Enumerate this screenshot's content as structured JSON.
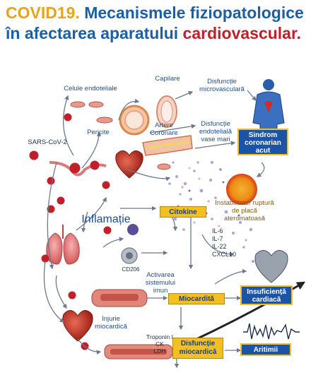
{
  "title": {
    "part1": "COVID19.",
    "part2": " Mecanismele fiziopatologice",
    "part3": "în afectarea aparatului ",
    "part4": "cardiovascular."
  },
  "colors": {
    "orange": "#e9a21c",
    "blue": "#1b5fa8",
    "red": "#c0202a",
    "gold_box": "#f2c020",
    "blue_box": "#1b53a6",
    "virus": "#c0202a",
    "arrow": "#5f6f86"
  },
  "labels": {
    "celule_endoteliale": "Celule endoteliale",
    "capilare": "Capilare",
    "disfunctie_micro": "Disfuncție microvasculară",
    "pericite": "Pericite",
    "artere_coronare": "Artere Coronare",
    "disfunctie_endo": "Disfuncție endotelială vase mari",
    "sars": "SARS-CoV-2",
    "instabilitate": "Instabilitate/ ruptură de placă ateromatoasă",
    "inflamatie": "Inflamație",
    "cd206": "CD206",
    "il6": "IL-6",
    "il7": "IL-7",
    "il22": "IL-22",
    "cxcl10": "CXCL10",
    "activarea": "Activarea sistemului imun",
    "injurie": "Injurie miocardică",
    "troponin": "Troponin I",
    "ck": "CK",
    "ldh": "LDH"
  },
  "boxes": {
    "sindrom": "Sindrom coronarian acut",
    "citokine": "Citokine",
    "miocardita": "Miocardită",
    "insuficienta": "Insuficiență cardiacă",
    "disfunctie_miocardica": "Disfuncție miocardică",
    "aritmii": "Aritimii"
  },
  "icons": [
    "virus-icon",
    "lung-icon",
    "heart-icon",
    "capillary-icon",
    "artery-icon",
    "cell-icon",
    "human-body-icon",
    "plaque-icon",
    "ecg-icon",
    "macrophage-icon",
    "muscle-fiber-icon"
  ]
}
